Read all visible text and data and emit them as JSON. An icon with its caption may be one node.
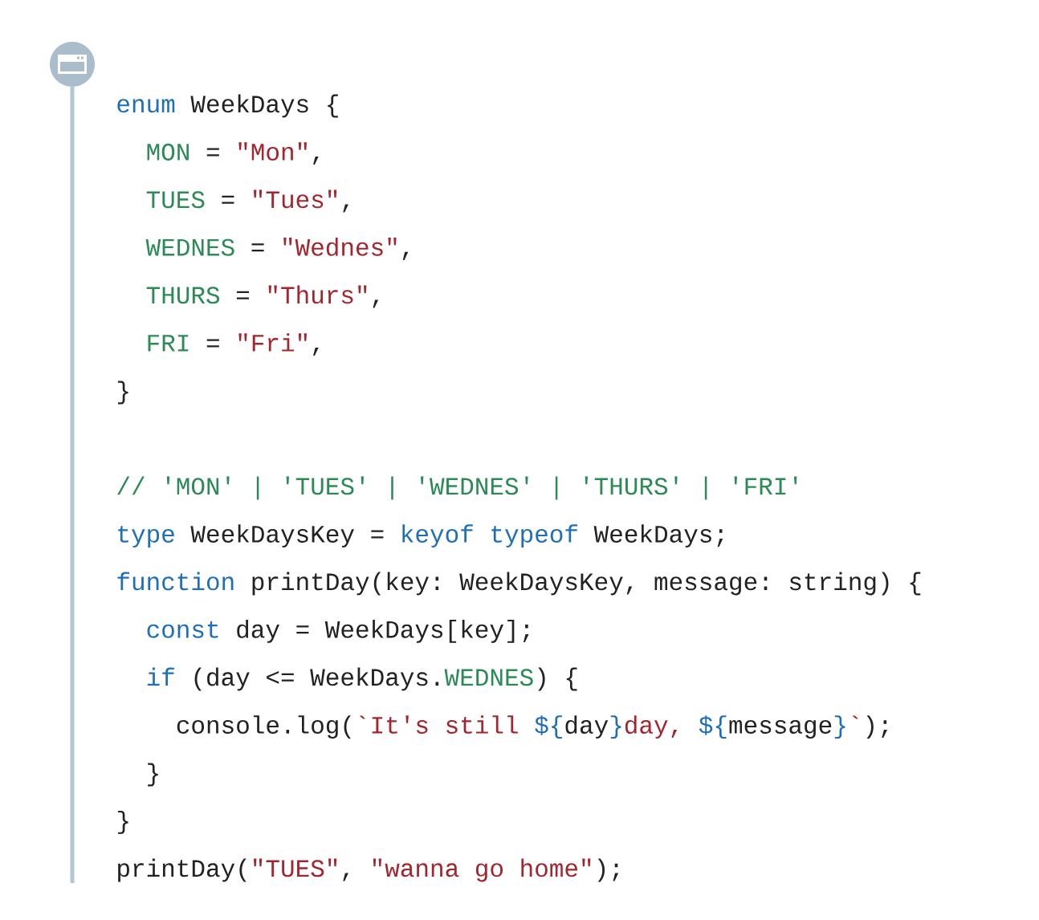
{
  "diagram": {
    "labels": [
      "enum",
      "WeekDays {",
      "MON",
      "=",
      "\"Mon\"",
      ",",
      "TUES",
      "=",
      "\"Tues\"",
      ",",
      "WEDNES",
      "=",
      "\"Wednes\"",
      ",",
      "THURS",
      "=",
      "\"Thurs\"",
      ",",
      "FRI",
      "=",
      "\"Fri\"",
      ",",
      "}",
      "// 'MON' | 'TUES' | 'WEDNES' | 'THURS' | 'FRI'",
      "type",
      "WeekDaysKey =",
      "keyof typeof",
      "WeekDays;",
      "function",
      "printDay(key: WeekDaysKey, message: string) {",
      "const",
      "day = WeekDays[key];",
      "if",
      "(day <= WeekDays.",
      "WEDNES",
      ") {",
      "console.log(",
      "`It's still",
      "${",
      "day",
      "}",
      "day,",
      "${",
      "message",
      "}",
      "`",
      ");",
      "}",
      "}",
      "printDay(",
      "\"TUES\"",
      ",",
      "\"wanna go home\"",
      ");"
    ]
  }
}
